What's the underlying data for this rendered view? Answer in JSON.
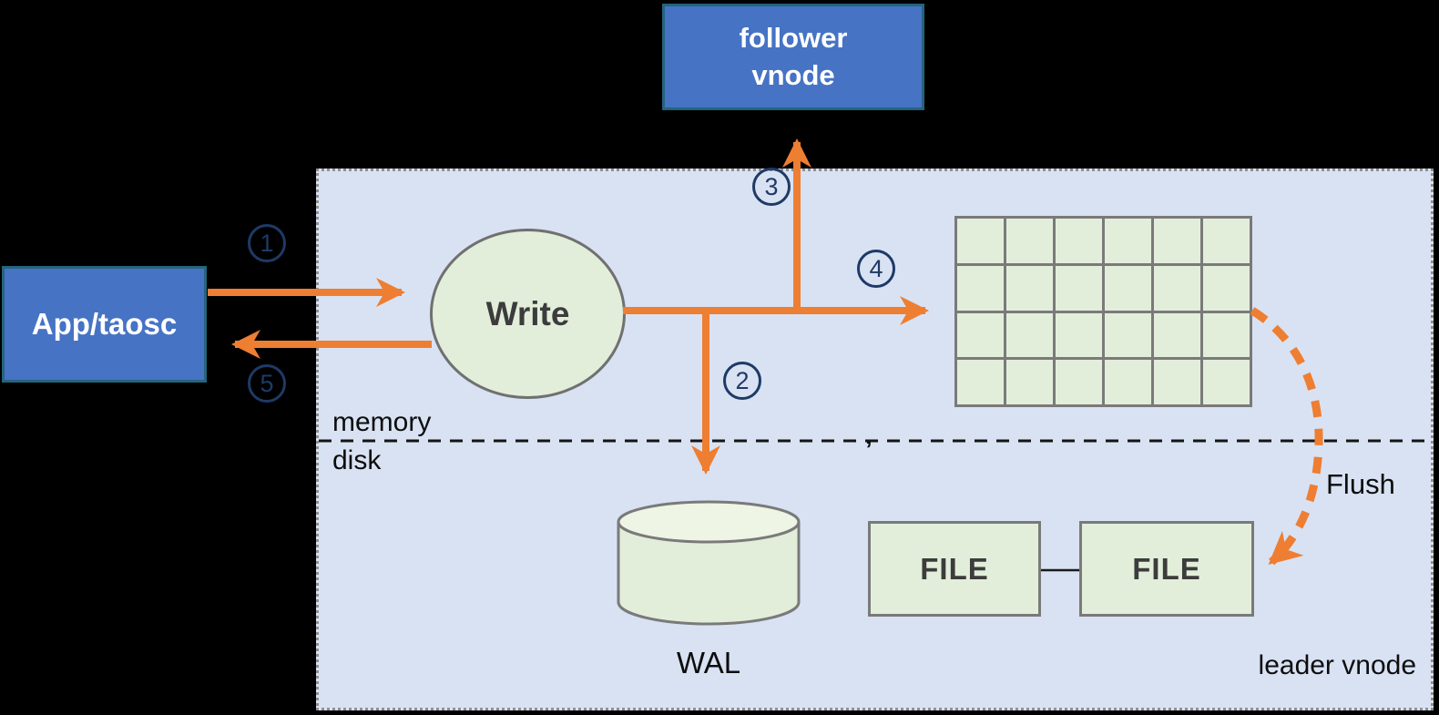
{
  "diagram": {
    "title_context": "vnode write flow",
    "colors": {
      "background": "#000000",
      "region_fill": "#D9E2F3",
      "region_border": "#8F8F8F",
      "node_blue_fill": "#4673C4",
      "node_blue_border": "#25647E",
      "green_fill": "#E2EEDA",
      "green_border": "#7A7A7A",
      "arrow_orange": "#EE7E32",
      "step_navy": "#1E3A66",
      "dark_text": "#3C3C3C",
      "black_text": "#0D0D0D"
    },
    "nodes": {
      "follower_vnode": {
        "label": "follower vnode"
      },
      "app": {
        "label": "App/taosc"
      },
      "write": {
        "label": "Write"
      },
      "wal": {
        "label": "WAL"
      },
      "file1": {
        "label": "FILE"
      },
      "file2": {
        "label": "FILE"
      }
    },
    "labels": {
      "memory": "memory",
      "disk": "disk",
      "flush": "Flush",
      "leader_vnode": "leader vnode",
      "artifact": ","
    },
    "steps": {
      "s1": "1",
      "s2": "2",
      "s3": "3",
      "s4": "4",
      "s5": "5"
    },
    "grid": {
      "rows": 4,
      "cols": 6
    }
  }
}
